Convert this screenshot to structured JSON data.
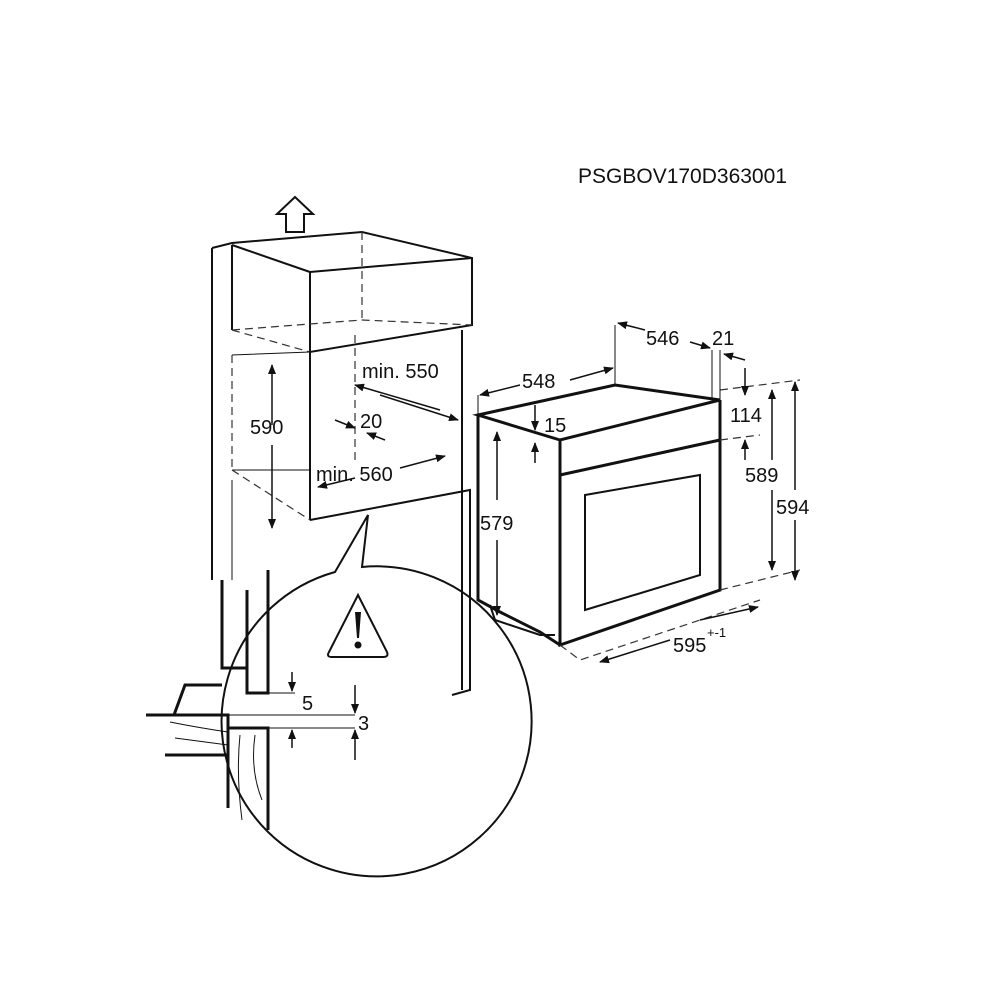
{
  "code": "PSGBOV170D363001",
  "niche": {
    "height": "590",
    "depth_min": "min. 550",
    "gap": "20",
    "width_min": "min. 560"
  },
  "oven": {
    "depth_total": "548",
    "depth_body": "546",
    "front_thickness": "21",
    "top_offset": "15",
    "side_height": "579",
    "panel_height": "114",
    "body_height": "589",
    "total_height": "594",
    "width": "595",
    "width_tolerance": "+-1"
  },
  "detail": {
    "gap_a": "5",
    "gap_b": "3",
    "warning_icon": "warning-triangle"
  }
}
